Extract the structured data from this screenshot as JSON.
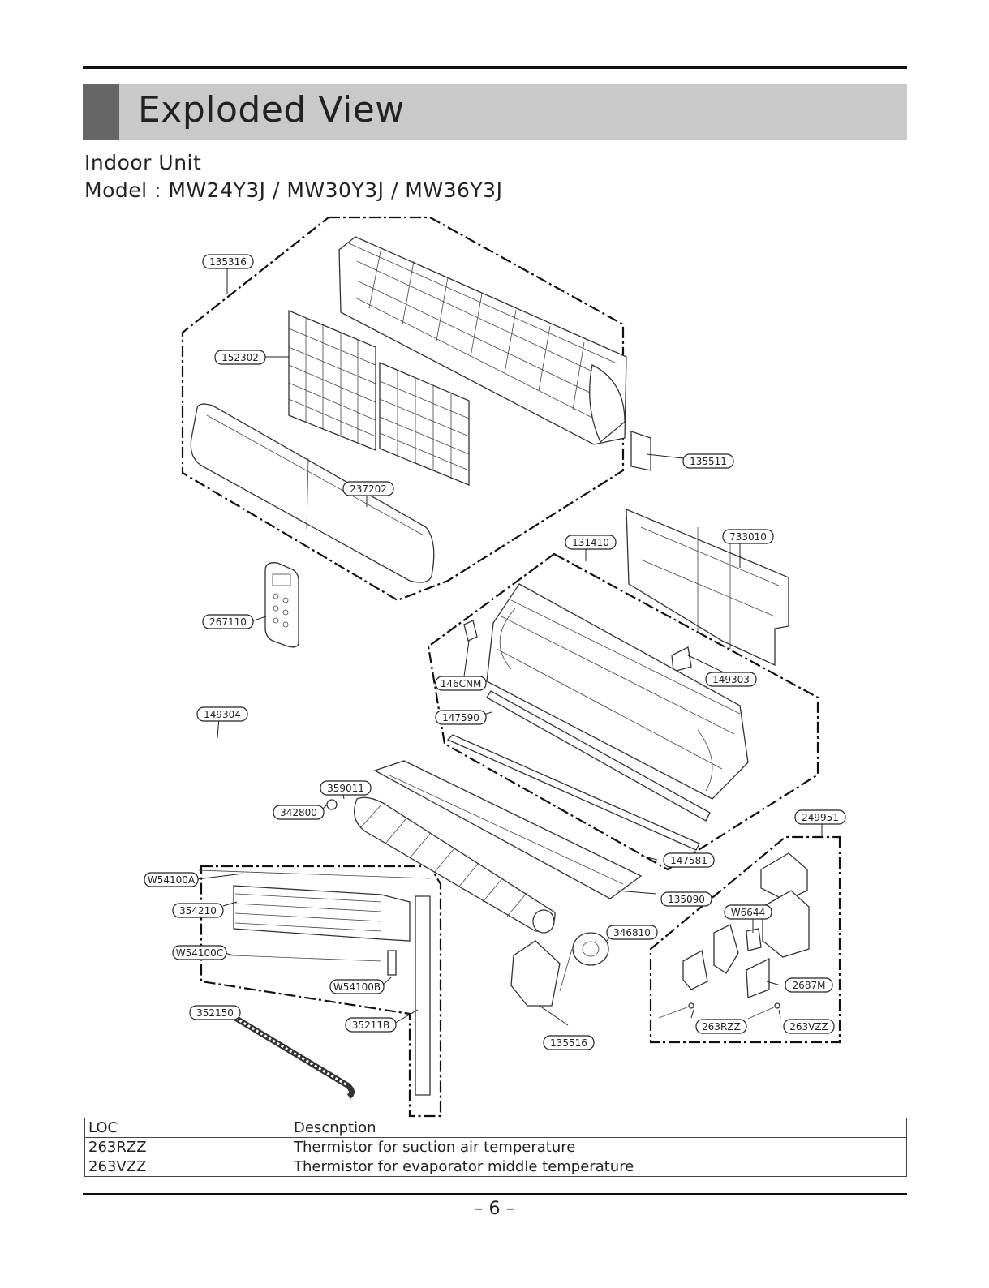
{
  "header": {
    "title": "Exploded View",
    "subtitle": "Indoor Unit",
    "model": "Model : MW24Y3J / MW30Y3J / MW36Y3J"
  },
  "callouts": {
    "c135316": "135316",
    "c152302": "152302",
    "c237202": "237202",
    "c135511": "135511",
    "c131410": "131410",
    "c733010": "733010",
    "c267110": "267110",
    "c146CNM": "146CNM",
    "c149303": "149303",
    "c149304": "149304",
    "c147590": "147590",
    "c359011": "359011",
    "c342800": "342800",
    "c249951": "249951",
    "c147581": "147581",
    "cW54100A": "W54100A",
    "c135090": "135090",
    "c354210": "354210",
    "cW6644": "W6644",
    "c346810": "346810",
    "cW54100C": "W54100C",
    "c2687M": "2687M",
    "cW54100B": "W54100B",
    "c352150": "352150",
    "c35211B": "35211B",
    "c263RZZ": "263RZZ",
    "c263VZZ": "263VZZ",
    "c135516": "135516"
  },
  "table": {
    "headers": [
      "LOC",
      "Descnption"
    ],
    "rows": [
      [
        "263RZZ",
        "Thermistor for suction air temperature"
      ],
      [
        "263VZZ",
        "Thermistor for evaporator middle temperature"
      ]
    ]
  },
  "footer": {
    "page": "– 6 –"
  }
}
